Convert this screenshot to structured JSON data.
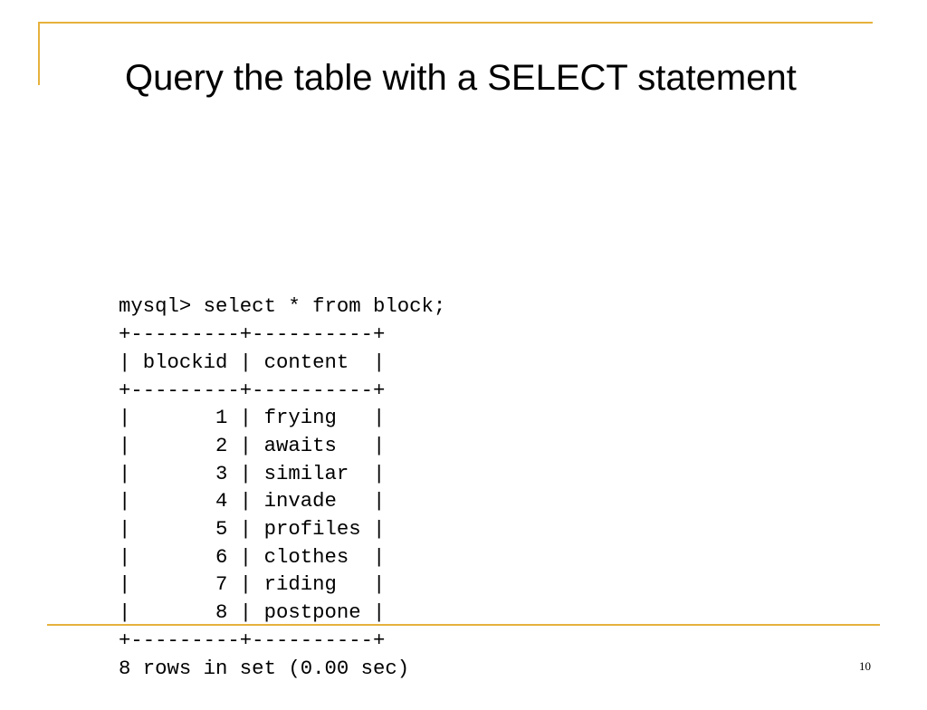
{
  "colors": {
    "accent": "#E6B23C",
    "text": "#000000",
    "background": "#FFFFFF"
  },
  "slide": {
    "title": "Query the table with a SELECT statement",
    "terminal_lines": [
      "mysql> select * from block;",
      "+---------+----------+",
      "| blockid | content  |",
      "+---------+----------+",
      "|       1 | frying   |",
      "|       2 | awaits   |",
      "|       3 | similar  |",
      "|       4 | invade   |",
      "|       5 | profiles |",
      "|       6 | clothes  |",
      "|       7 | riding   |",
      "|       8 | postpone |",
      "+---------+----------+",
      "8 rows in set (0.00 sec)"
    ],
    "page_number": "10"
  }
}
